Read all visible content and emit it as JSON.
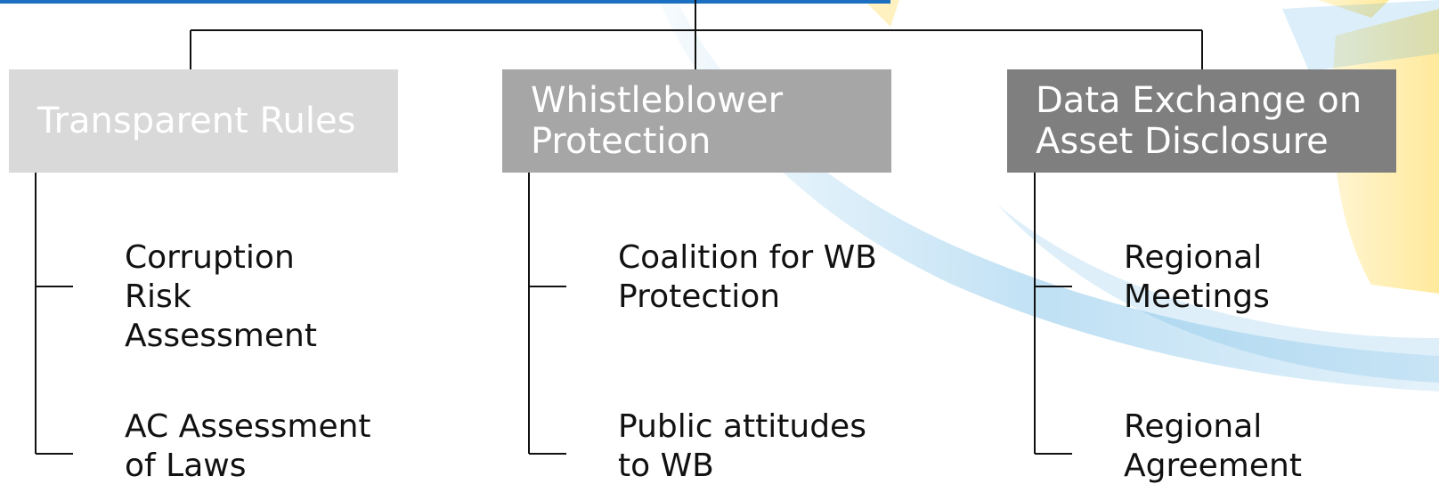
{
  "colors": {
    "box1": "#d9d9d9",
    "box2": "#a6a6a6",
    "box3": "#7f7f7f",
    "top_bar": "#1a6fc1",
    "background_swoosh_blue": "#4aa8e0",
    "background_swoosh_yellow": "#ffd84a"
  },
  "branches": [
    {
      "title": "Transparent Rules",
      "items": [
        "Corruption\nRisk\nAssessment",
        "AC Assessment\nof Laws"
      ]
    },
    {
      "title": "Whistleblower\nProtection",
      "items": [
        "Coalition for WB\nProtection",
        "Public attitudes\nto WB"
      ]
    },
    {
      "title": "Data Exchange on\nAsset Disclosure",
      "items": [
        "Regional\nMeetings",
        "Regional\nAgreement"
      ]
    }
  ]
}
